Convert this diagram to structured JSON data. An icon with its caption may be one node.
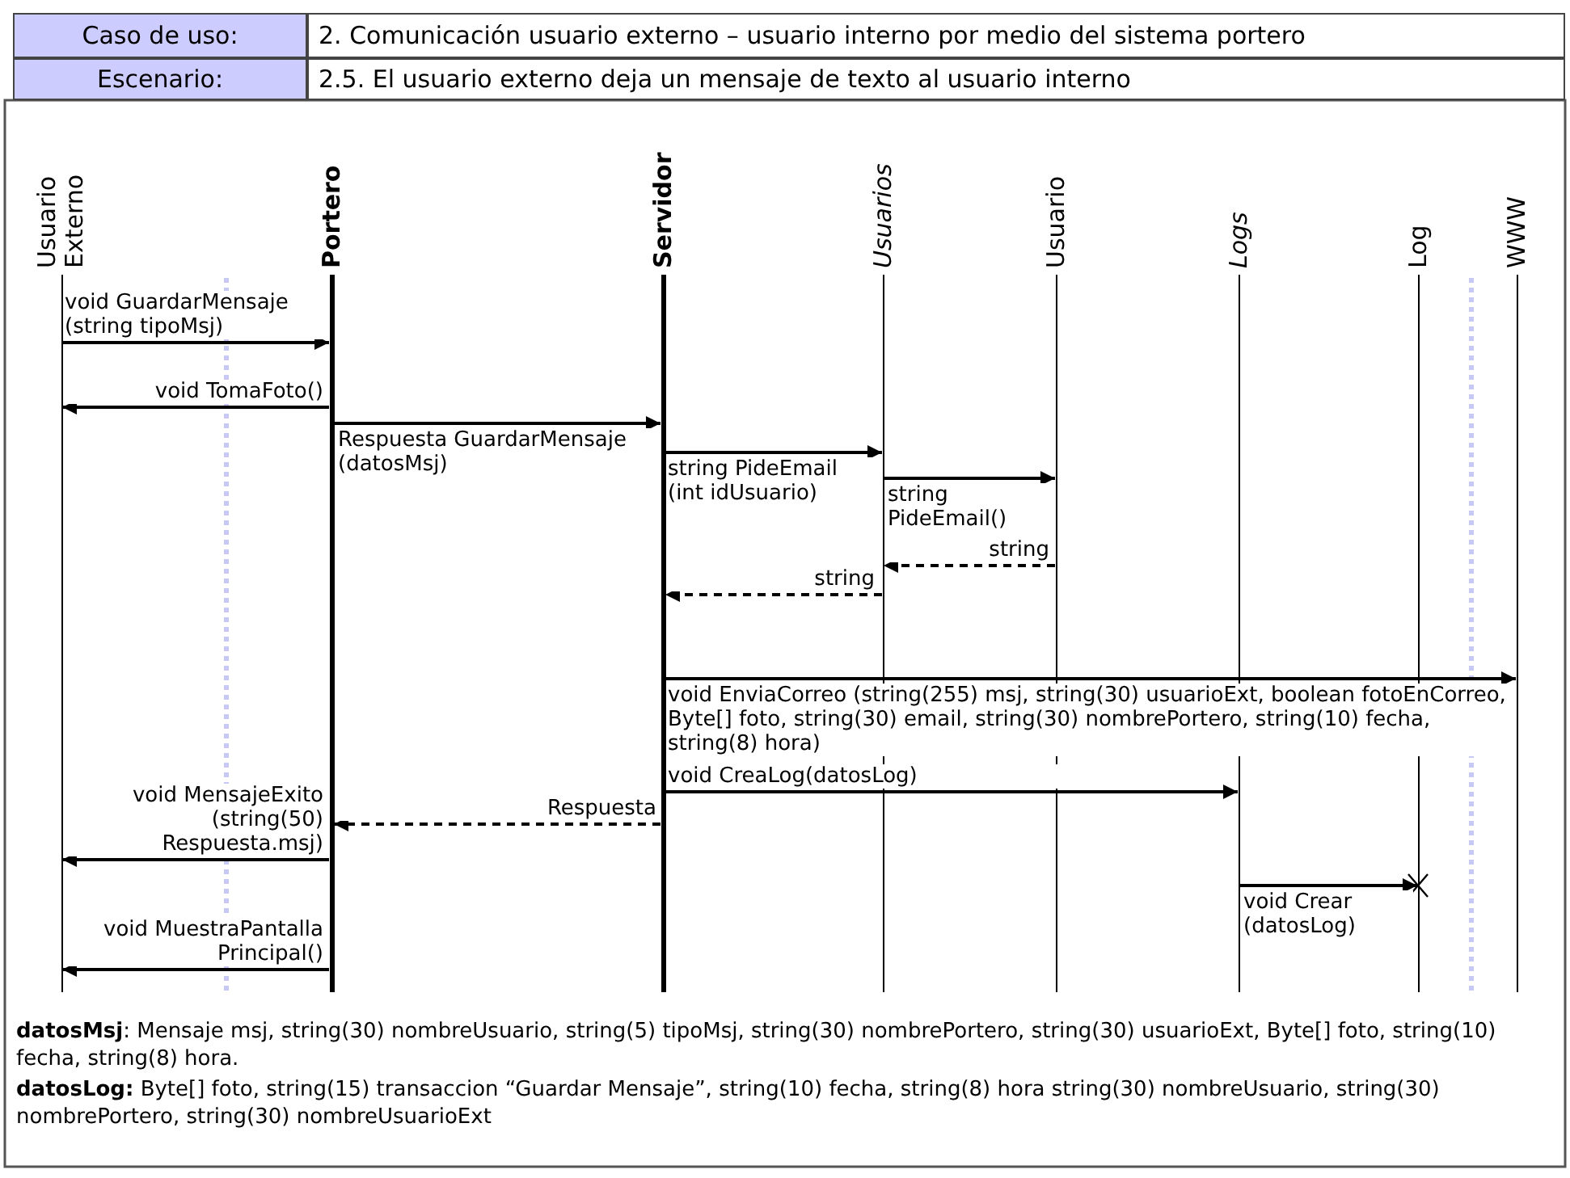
{
  "diagram": {
    "nodes": [
      {
        "text": [
          "Usuario Externo"
        ]
      },
      {
        "text": [
          "Portero"
        ]
      },
      {
        "text": [
          "Servidor"
        ]
      },
      {
        "text": [
          "Usuarios"
        ]
      },
      {
        "text": [
          "Usuario"
        ]
      },
      {
        "text": [
          "Logs"
        ]
      },
      {
        "text": [
          "Log"
        ]
      },
      {
        "text": [
          "WWW"
        ]
      }
    ],
    "edges": [
      {
        "from": 0,
        "to": 1,
        "arrow": "to",
        "label": "void GuardarMensaje (string tipoMsj)"
      },
      {
        "from": 1,
        "to": 0,
        "arrow": "to",
        "label": "void TomaFoto()"
      },
      {
        "from": 1,
        "to": 2,
        "arrow": "to",
        "label": "Respuesta GuardarMensaje (datosMsj)"
      },
      {
        "from": 2,
        "to": 3,
        "arrow": "to",
        "label": "string PideEmail (int idUsuario)"
      },
      {
        "from": 3,
        "to": 4,
        "arrow": "to",
        "label": "string PideEmail()"
      },
      {
        "from": 4,
        "to": 3,
        "arrow": "to",
        "label": "string",
        "style": "dashed"
      },
      {
        "from": 3,
        "to": 2,
        "arrow": "to",
        "label": "string",
        "style": "dashed"
      },
      {
        "from": 2,
        "to": 7,
        "arrow": "to",
        "label": "void EnviaCorreo (string(255) msj, string(30) usuarioExt, boolean fotoEnCorreo, Byte[] foto, string(30) email, string(30) nombrePortero, string(10) fecha, string(8) hora)"
      },
      {
        "from": 2,
        "to": 5,
        "arrow": "to",
        "label": "void CreaLog(datosLog)"
      },
      {
        "from": 2,
        "to": 1,
        "arrow": "to",
        "label": "Respuesta",
        "style": "dashed"
      },
      {
        "from": 1,
        "to": 0,
        "arrow": "to",
        "label": "void MensajeExito (string(50) Respuesta.msj)"
      },
      {
        "from": 5,
        "to": 6,
        "arrow": "to",
        "label": "void Crear (datosLog)"
      },
      {
        "from": 1,
        "to": 0,
        "arrow": "to",
        "label": "void MuestraPantalla Principal()"
      }
    ],
    "labels": [
      "Caso de uso:",
      "2. Comunicación usuario externo – usuario interno por medio del sistema portero",
      "Escenario:",
      "2.5. El usuario externo deja un mensaje de texto al usuario interno",
      "**datosMsj**: Mensaje msj, string(30) nombreUsuario, string(5) tipoMsj, string(30) nombrePortero, string(30) usuarioExt, Byte[] foto, string(10) fecha, string(8) hora.",
      "**datosLog:** Byte[] foto, string(15) transaccion “Guardar Mensaje”, string(10) fecha, string(8) hora string(30) nombreUsuario, string(30) nombrePortero, string(30) nombreUsuarioExt"
    ]
  }
}
